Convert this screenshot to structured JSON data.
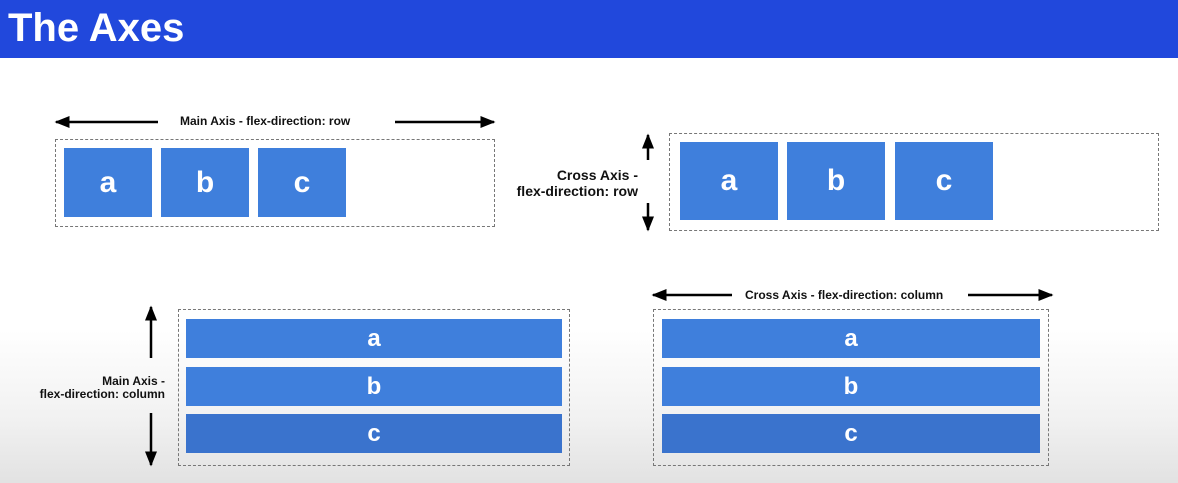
{
  "header": {
    "title": "The Axes"
  },
  "diagrams": {
    "row_main": {
      "label": "Main Axis - flex-direction: row",
      "items": [
        "a",
        "b",
        "c"
      ]
    },
    "row_cross": {
      "label_line1": "Cross Axis -",
      "label_line2": "flex-direction: row",
      "items": [
        "a",
        "b",
        "c"
      ]
    },
    "column_main": {
      "label_line1": "Main Axis -",
      "label_line2": "flex-direction: column",
      "items": [
        "a",
        "b",
        "c"
      ]
    },
    "column_cross": {
      "label": "Cross Axis - flex-direction: column",
      "items": [
        "a",
        "b",
        "c"
      ]
    }
  },
  "colors": {
    "header": "#2148dc",
    "item": "#3f7fdc",
    "item_dark": "#3a73cd"
  }
}
